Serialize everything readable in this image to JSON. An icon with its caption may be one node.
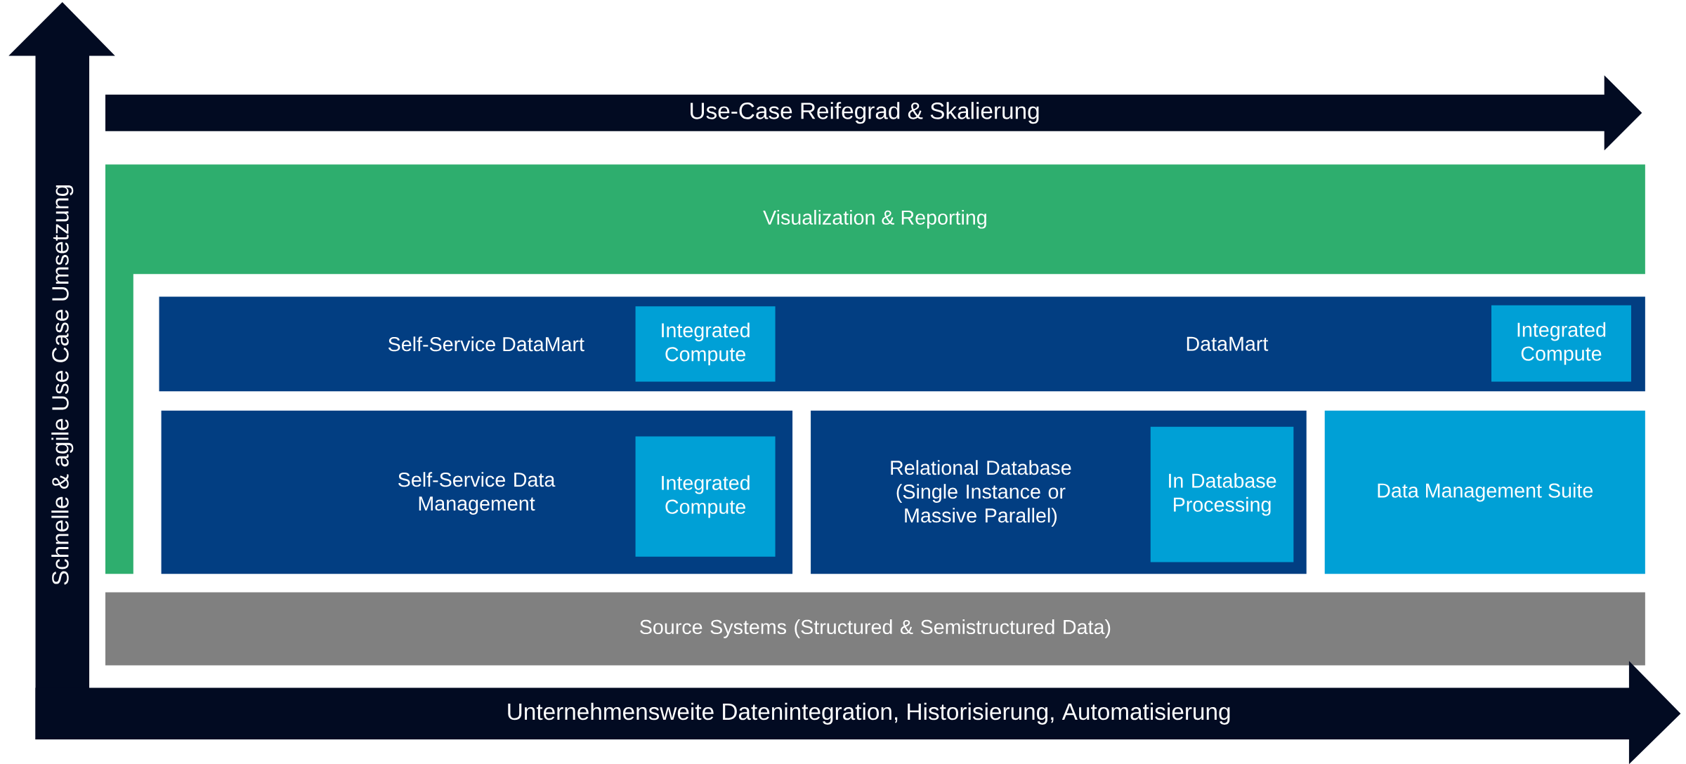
{
  "diagram": {
    "nodes": [
      {
        "text": [
          "Schnelle & agile Use Case Umsetzung"
        ]
      },
      {
        "text": [
          "Use-Case Reifegrad & Skalierung"
        ]
      },
      {
        "text": [
          "Visualization & Reporting"
        ]
      },
      {
        "text": [
          "Self-Service DataMart",
          "DataMart"
        ]
      },
      {
        "text": [
          "Integrated Compute"
        ],
        "in": 3
      },
      {
        "text": [
          "Integrated Compute"
        ],
        "in": 3
      },
      {
        "text": [
          "Self-Service Data Management"
        ]
      },
      {
        "text": [
          "Integrated Compute"
        ],
        "in": 6
      },
      {
        "text": [
          "Relational Database (Single Instance or Massive Parallel)"
        ]
      },
      {
        "text": [
          "In Database Processing"
        ],
        "in": 8
      },
      {
        "text": [
          "Data Management Suite"
        ]
      },
      {
        "text": [
          "Source Systems (Structured & Semistructured Data)"
        ]
      },
      {
        "text": [
          "Unternehmensweite Datenintegration, Historisierung, Automatisierung"
        ]
      }
    ]
  }
}
